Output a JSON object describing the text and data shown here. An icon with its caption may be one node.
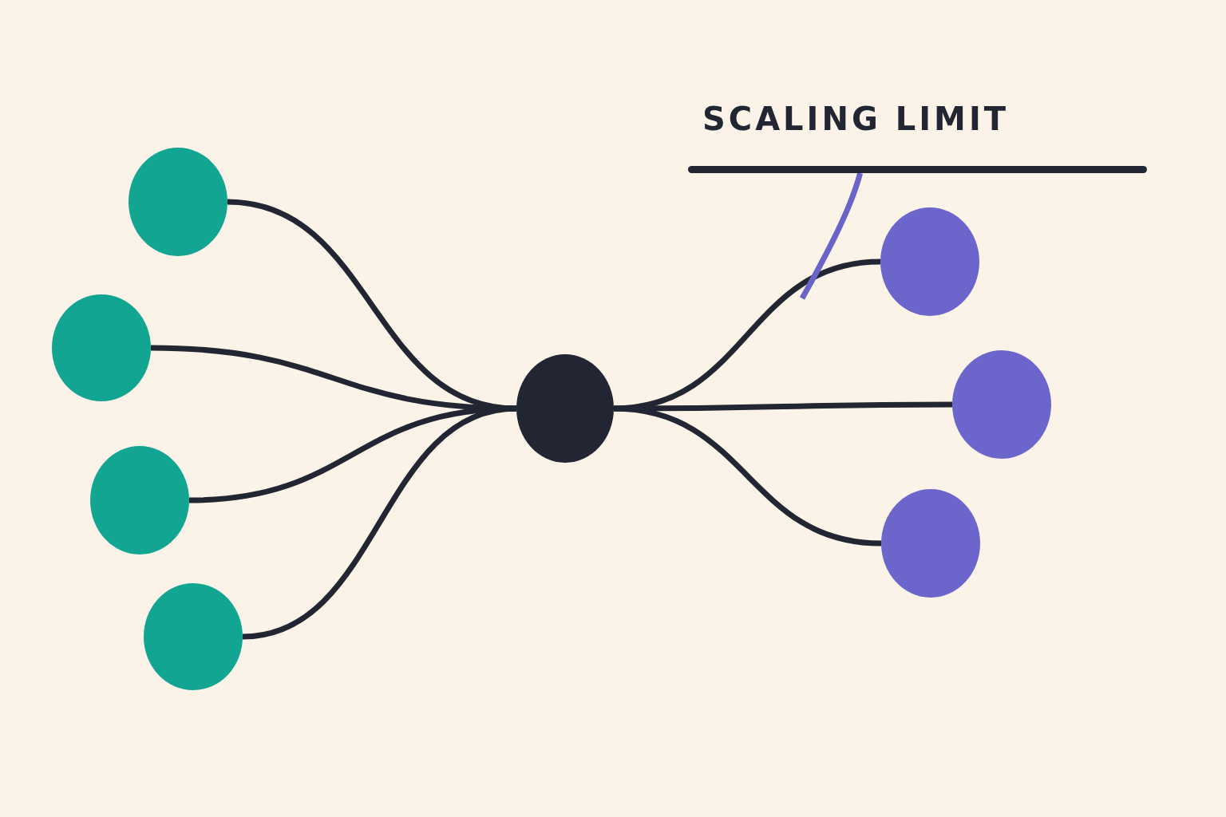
{
  "diagram": {
    "nodes": [
      {
        "text": [],
        "shape": "circle"
      },
      {
        "text": [],
        "shape": "circle"
      },
      {
        "text": [],
        "shape": "circle"
      },
      {
        "text": [],
        "shape": "circle"
      },
      {
        "text": [],
        "shape": "circle"
      },
      {
        "text": [],
        "shape": "circle"
      },
      {
        "text": [],
        "shape": "circle"
      },
      {
        "text": [],
        "shape": "circle"
      },
      {
        "text": [
          "SCALING LIMIT"
        ]
      }
    ],
    "edges": [
      {
        "from": 0,
        "to": 4,
        "arrow": "none"
      },
      {
        "from": 1,
        "to": 4,
        "arrow": "none"
      },
      {
        "from": 2,
        "to": 4,
        "arrow": "none"
      },
      {
        "from": 3,
        "to": 4,
        "arrow": "none"
      },
      {
        "from": 4,
        "to": 5,
        "arrow": "none"
      },
      {
        "from": 4,
        "to": 6,
        "arrow": "none"
      },
      {
        "from": 4,
        "to": 7,
        "arrow": "none"
      },
      {
        "from": null,
        "to": 8,
        "arrow": "none",
        "color": "#6a64c8"
      }
    ]
  }
}
